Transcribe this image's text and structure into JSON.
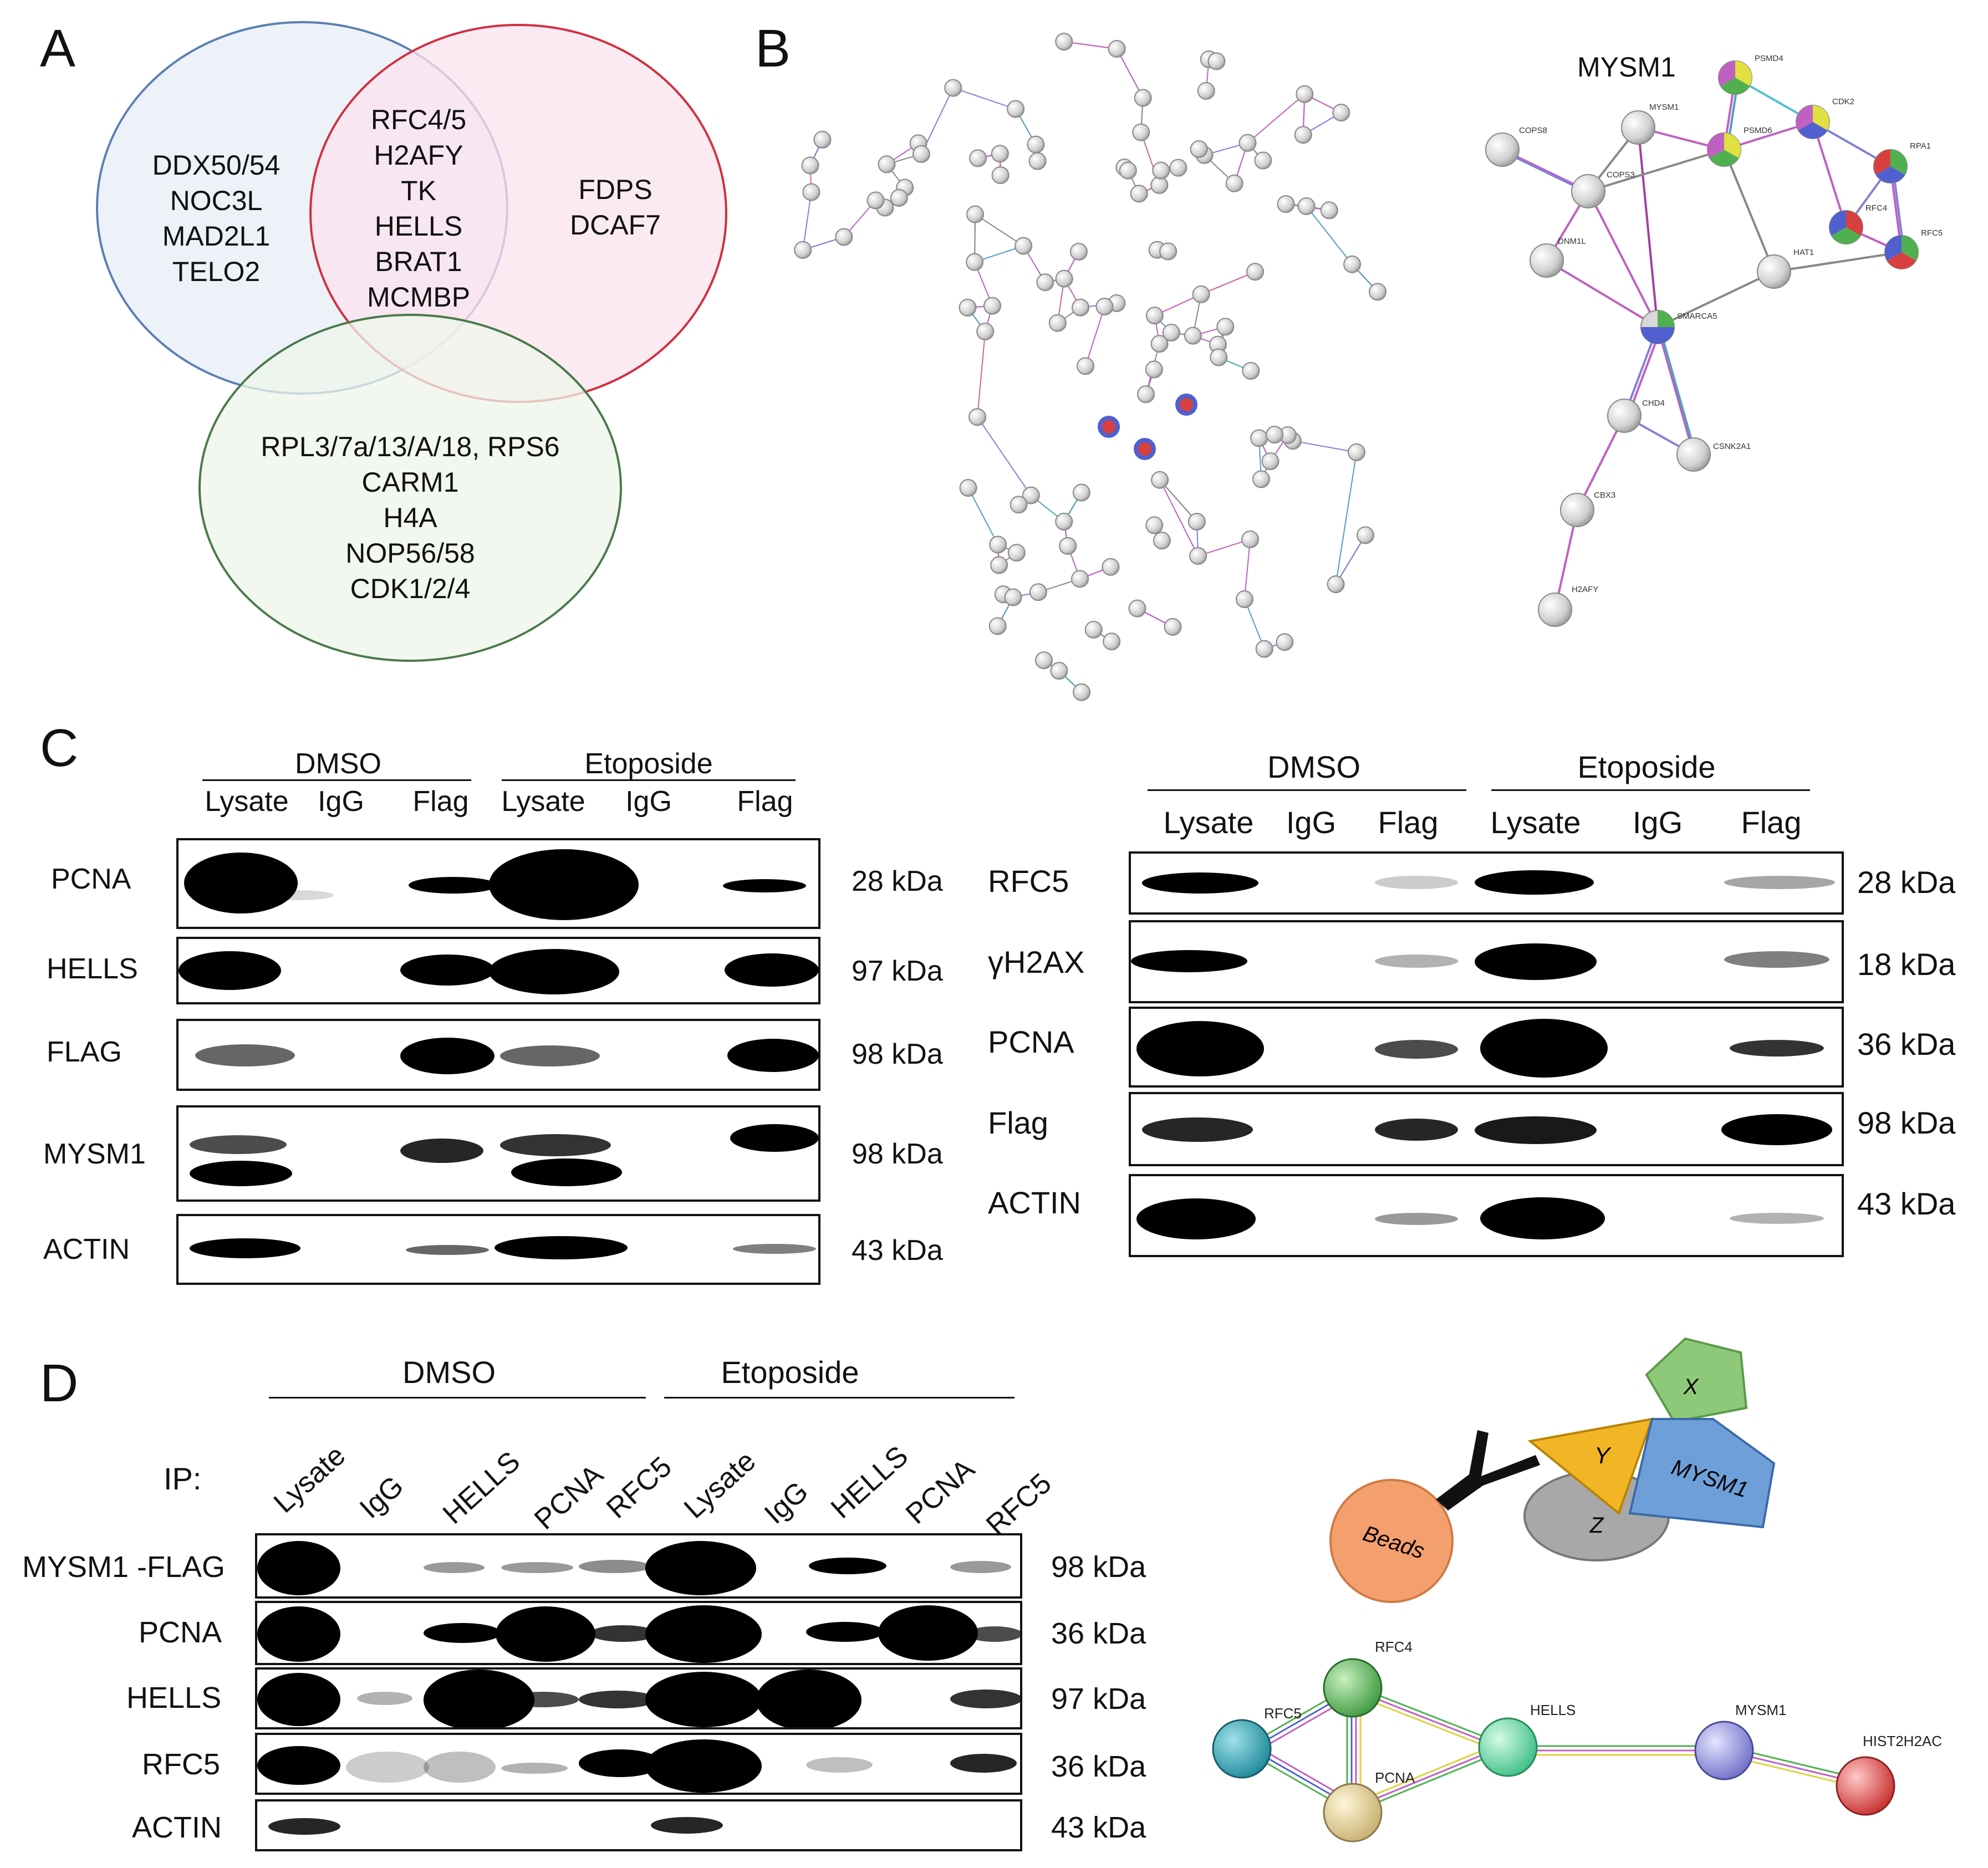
{
  "panels": {
    "a": "A",
    "b": "B",
    "c": "C",
    "d": "D"
  },
  "venn": {
    "blue_only": [
      "DDX50/54",
      "NOC3L",
      "MAD2L1",
      "TELO2"
    ],
    "blue_red": [
      "RFC4/5",
      "H2AFY",
      "TK",
      "HELLS",
      "BRAT1",
      "MCMBP"
    ],
    "red_only": [
      "FDPS",
      "DCAF7"
    ],
    "green_only": [
      "RPL3/7a/13/A/18, RPS6",
      "CARM1",
      "H4A",
      "NOP56/58",
      "CDK1/2/4"
    ],
    "colors": {
      "blue": "#5b7fb5",
      "red": "#d03040",
      "green": "#4a7a4a"
    }
  },
  "network_b": {
    "title": "MYSM1",
    "nodes": [
      "COPS8",
      "MYSM1",
      "PSMD4",
      "CDK2",
      "RPA1",
      "PSMD6",
      "COPS3",
      "RFC4",
      "RFC5",
      "DNM1L",
      "HAT1",
      "SMARCA5",
      "CHD4",
      "CSNK2A1",
      "CBX3",
      "H2AFY"
    ]
  },
  "blot_c_left": {
    "groups": [
      "DMSO",
      "Etoposide"
    ],
    "lanes": [
      "Lysate",
      "IgG",
      "Flag",
      "Lysate",
      "IgG",
      "Flag"
    ],
    "rows": [
      {
        "name": "PCNA",
        "kda": "28 kDa"
      },
      {
        "name": "HELLS",
        "kda": "97 kDa"
      },
      {
        "name": "FLAG",
        "kda": "98 kDa"
      },
      {
        "name": "MYSM1",
        "kda": "98 kDa"
      },
      {
        "name": "ACTIN",
        "kda": "43 kDa"
      }
    ]
  },
  "blot_c_right": {
    "groups": [
      "DMSO",
      "Etoposide"
    ],
    "lanes": [
      "Lysate",
      "IgG",
      "Flag",
      "Lysate",
      "IgG",
      "Flag"
    ],
    "rows": [
      {
        "name": "RFC5",
        "kda": "28 kDa"
      },
      {
        "name": "γH2AX",
        "kda": "18 kDa"
      },
      {
        "name": "PCNA",
        "kda": "36 kDa"
      },
      {
        "name": "Flag",
        "kda": "98 kDa"
      },
      {
        "name": "ACTIN",
        "kda": "43 kDa"
      }
    ]
  },
  "blot_d": {
    "groups": [
      "DMSO",
      "Etoposide"
    ],
    "ip_label": "IP:",
    "lanes": [
      "Lysate",
      "IgG",
      "HELLS",
      "PCNA",
      "RFC5",
      "Lysate",
      "IgG",
      "HELLS",
      "PCNA",
      "RFC5"
    ],
    "rows": [
      {
        "name": "MYSM1 -FLAG",
        "kda": "98 kDa"
      },
      {
        "name": "PCNA",
        "kda": "36 kDa"
      },
      {
        "name": "HELLS",
        "kda": "97 kDa"
      },
      {
        "name": "RFC5",
        "kda": "36 kDa"
      },
      {
        "name": "ACTIN",
        "kda": "43 kDa"
      }
    ]
  },
  "schematic": {
    "beads": "Beads",
    "x": "X",
    "y": "Y",
    "z": "Z",
    "mysm1": "MYSM1",
    "colors": {
      "beads": "#f4a06e",
      "x": "#8ec97a",
      "y": "#f2b526",
      "z": "#a8a8a8",
      "mysm1": "#6f9fd8"
    }
  },
  "network_d": {
    "nodes": [
      "RFC4",
      "RFC5",
      "PCNA",
      "HELLS",
      "MYSM1",
      "HIST2H2AC"
    ],
    "colors": {
      "RFC4": "#3f9a3f",
      "RFC5": "#1f8a9a",
      "PCNA": "#d8c48a",
      "HELLS": "#5ed8a0",
      "MYSM1": "#8a8ad8",
      "HIST2H2AC": "#d84040"
    }
  }
}
